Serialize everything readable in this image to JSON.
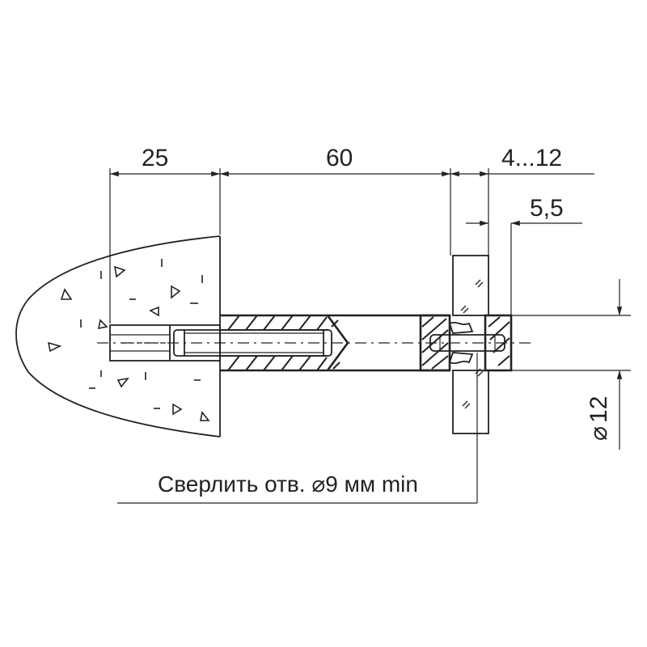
{
  "dimensions": {
    "wall_depth": "25",
    "bolt_length": "60",
    "glass_thickness": "4...12",
    "cap_thickness": "5,5",
    "diameter": "12",
    "diameter_symbol": "⌀"
  },
  "note": {
    "text": "Сверлить отв. ⌀9 мм min"
  },
  "colors": {
    "line": "#222222",
    "background": "#ffffff"
  }
}
